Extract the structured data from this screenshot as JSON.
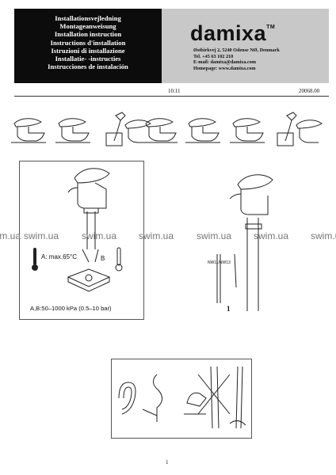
{
  "header": {
    "titles": [
      "Installationsvejledning",
      "Montageanweisung",
      "Installation instruction",
      "Instructions d'installation",
      "Istruzioni di installazione",
      "Installatie- -instructies",
      "Instrucciones de instalación"
    ],
    "brand": "damixa",
    "brand_tm": "TM",
    "contact": [
      "Østbirkvej 2, 5240 Odense NØ, Denmark",
      "Tel. +45 63 102 210",
      "E-mail: damixa@damixa.com",
      "Homepage: www.damixa.com"
    ]
  },
  "meta": {
    "date": "10.11",
    "doc_number": "20068.00"
  },
  "figure_left": {
    "temp_label": "A:  max.65°C",
    "label_b": "B",
    "pressure_label": "A,B:50–1000  kPa  (0.5–10  bar)"
  },
  "figure_right": {
    "tool_label": "NW11/NW13",
    "step_number": "1"
  },
  "watermark": {
    "text": "swim.ua"
  },
  "footer": {
    "page_number": "1"
  }
}
